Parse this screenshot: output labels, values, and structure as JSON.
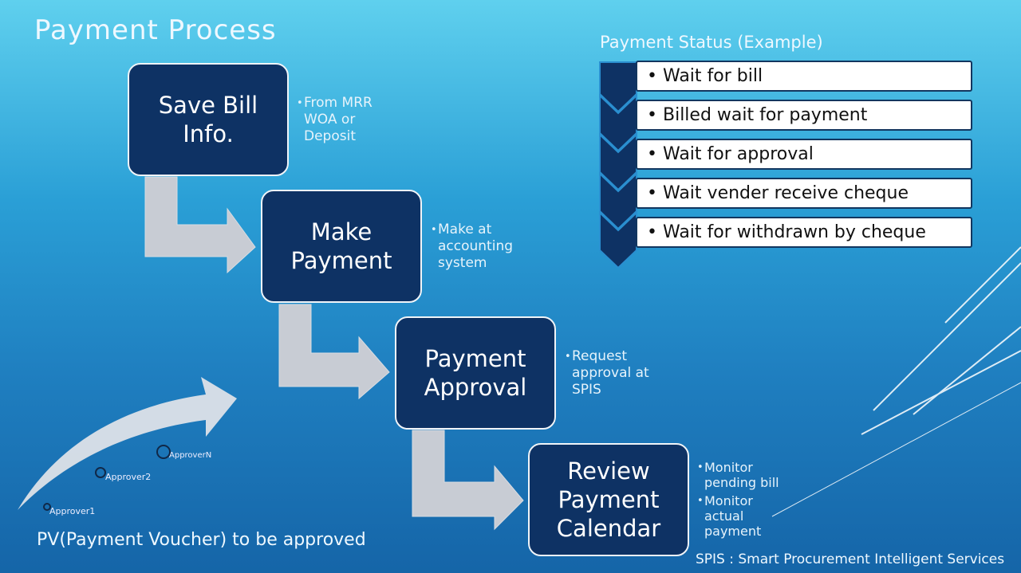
{
  "title": "Payment Process",
  "steps": [
    {
      "label": "Save Bill Info.",
      "note": "From MRR WOA or Deposit"
    },
    {
      "label": "Make Payment",
      "note": "Make at accounting system"
    },
    {
      "label": "Payment Approval",
      "note": " Request approval at SPIS"
    },
    {
      "label": "Review Payment Calendar",
      "notes": [
        "Monitor pending bill",
        "Monitor actual payment"
      ]
    }
  ],
  "status": {
    "title": "Payment Status (Example)",
    "items": [
      "Wait for bill",
      "Billed wait for payment",
      "Wait for approval",
      "Wait vender receive cheque",
      "Wait for withdrawn by cheque"
    ]
  },
  "approvers": [
    "Approver1",
    "Approver2",
    "ApproverN"
  ],
  "pv_label": "PV(Payment Voucher) to be approved",
  "spis_label": "SPIS : Smart Procurement Intelligent Services",
  "colors": {
    "box": "#0e3264",
    "arrow": "#c8ccd4",
    "chevron": "#0e3264"
  }
}
